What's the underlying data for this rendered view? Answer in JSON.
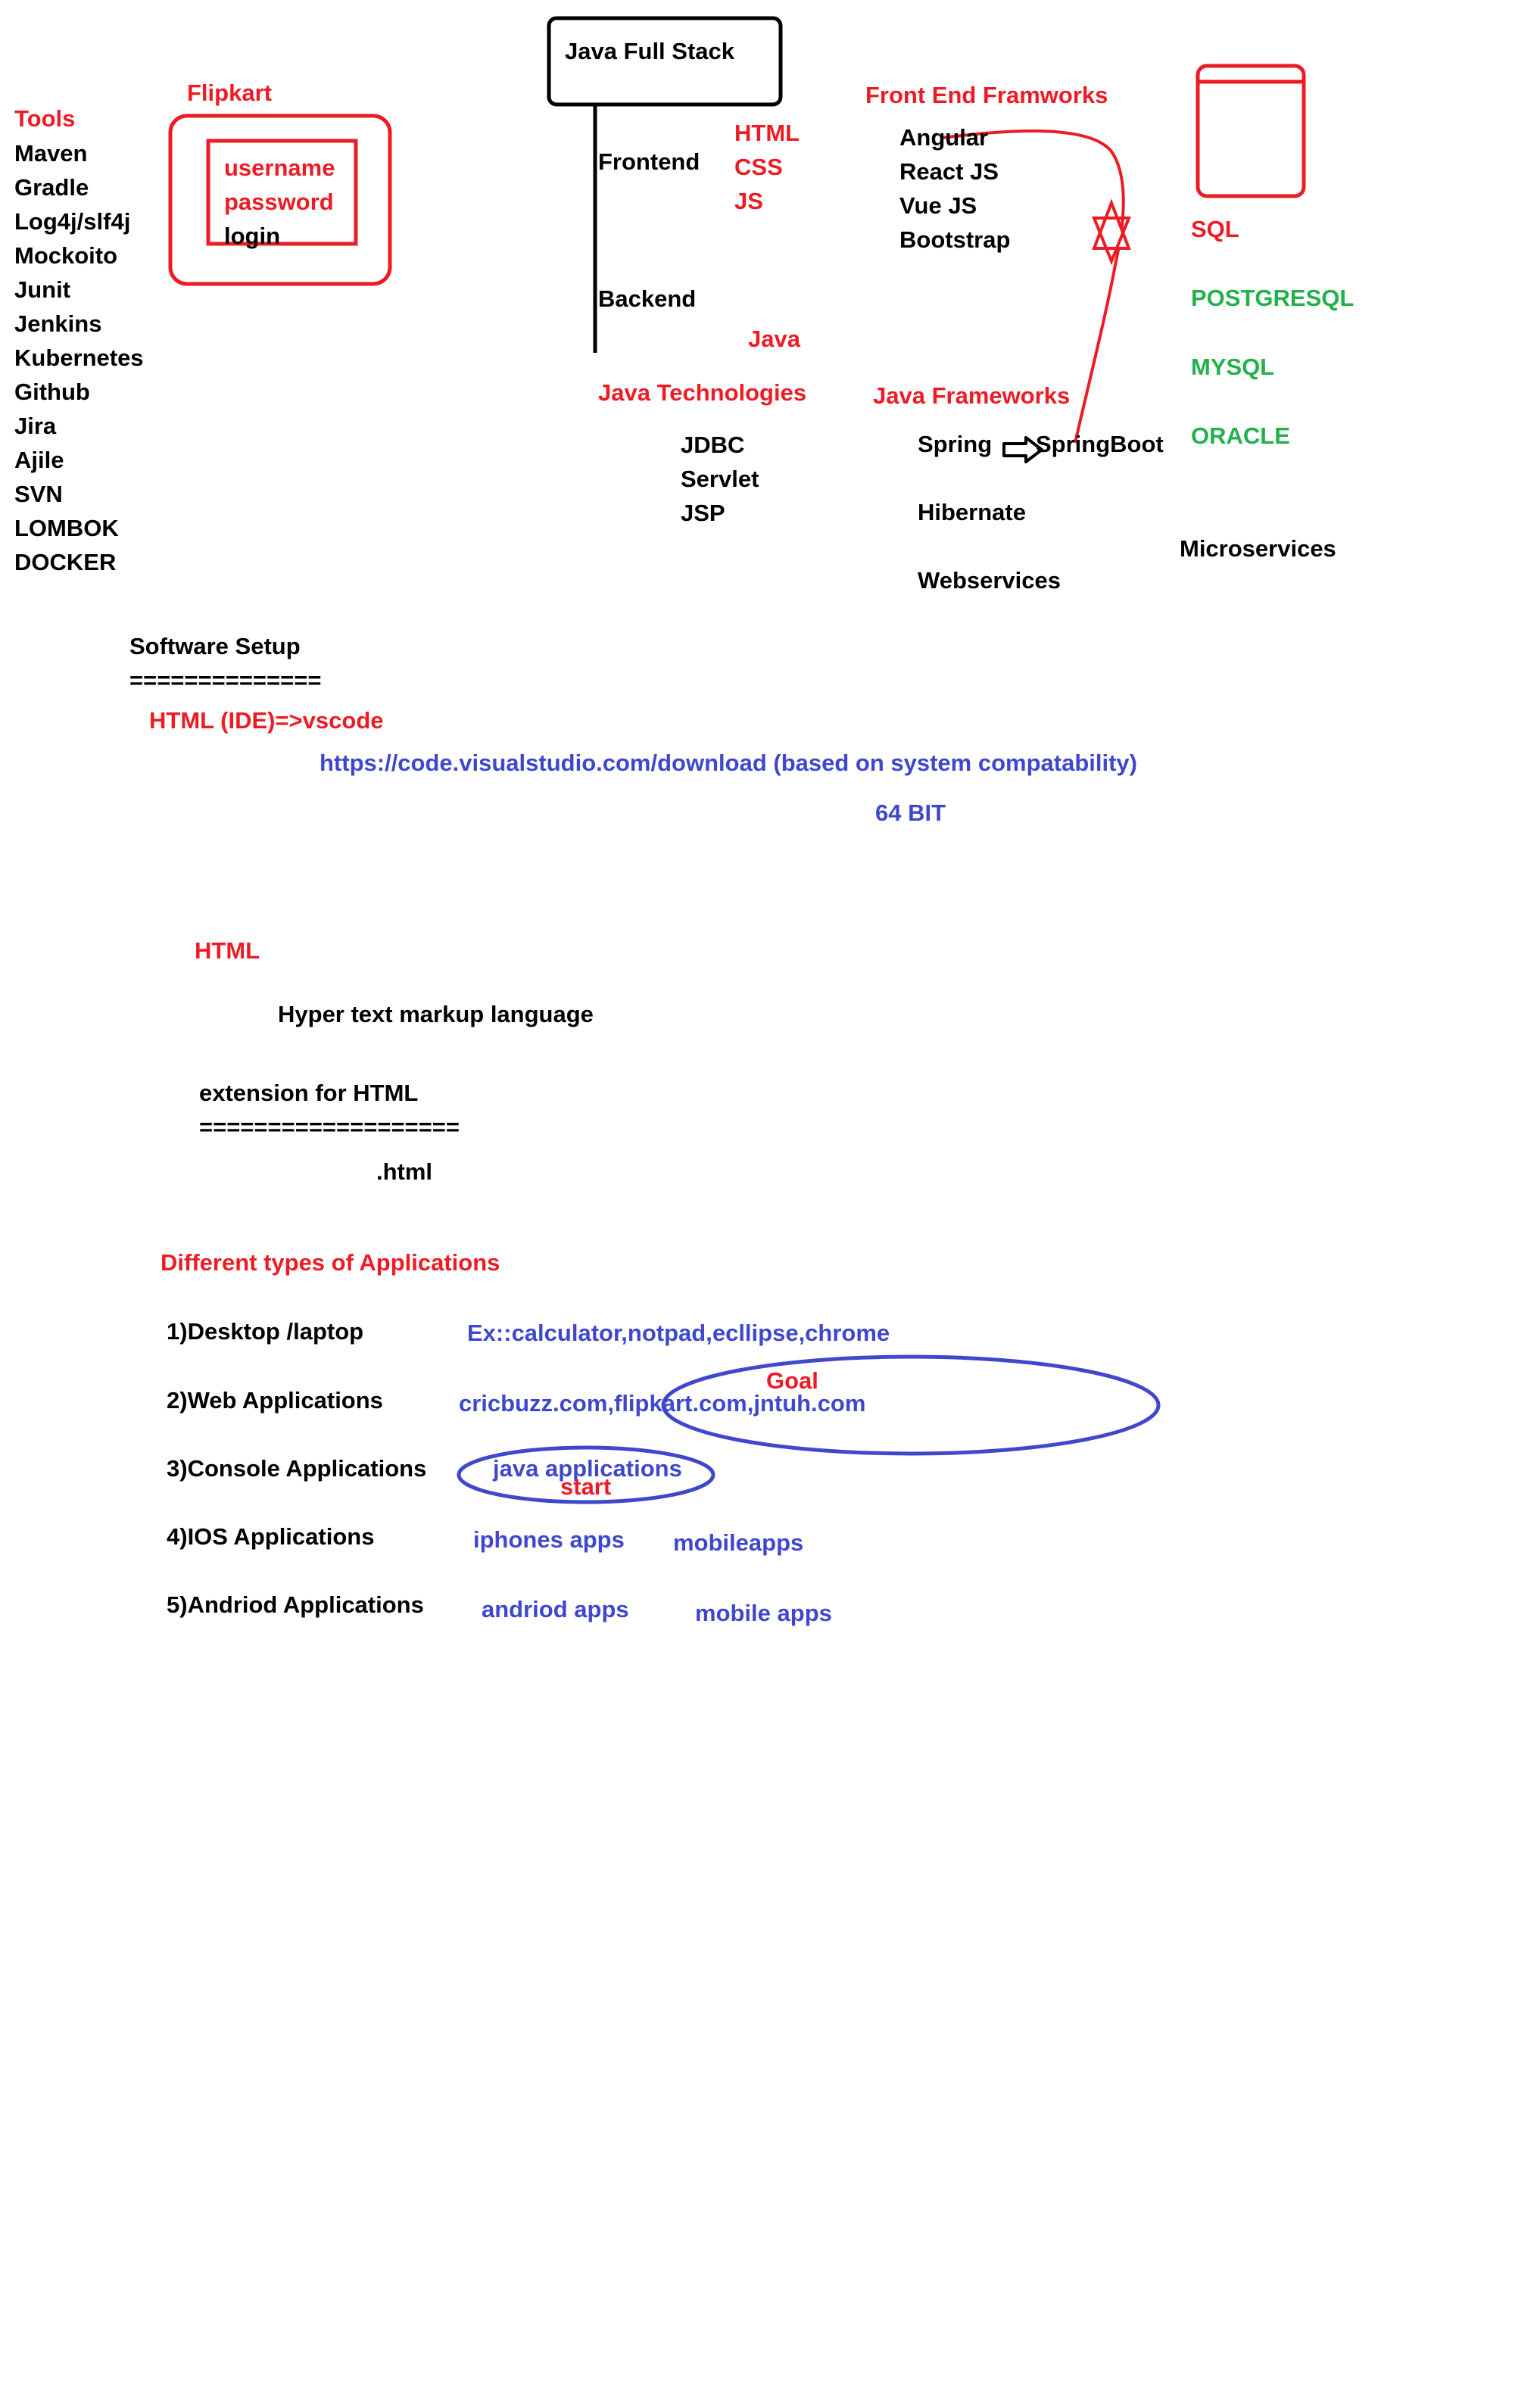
{
  "colors": {
    "black": "#000000",
    "red": "#ed1c24",
    "blue": "#3f48cc",
    "green": "#22b14c"
  },
  "tools": {
    "heading": "Tools",
    "items": [
      "Maven",
      "Gradle",
      "Log4j/slf4j",
      "Mockoito",
      "Junit",
      "Jenkins",
      "Kubernetes",
      "Github",
      "Jira",
      "Ajile",
      "SVN",
      "LOMBOK",
      "DOCKER"
    ]
  },
  "flipkart": {
    "heading": "Flipkart",
    "username": "username",
    "password": "password",
    "login": "login"
  },
  "stack": {
    "title": "Java Full Stack",
    "frontend": "Frontend",
    "frontend_items": [
      "HTML",
      "CSS",
      "JS"
    ],
    "backend": "Backend",
    "backend_lang": "Java",
    "tech_heading": "Java Technologies",
    "tech_items": [
      "JDBC",
      "Servlet",
      "JSP"
    ]
  },
  "frontend_frameworks": {
    "heading": "Front End Framworks",
    "items": [
      "Angular",
      "React JS",
      "Vue JS",
      "Bootstrap"
    ]
  },
  "java_frameworks": {
    "heading": "Java Frameworks",
    "spring": "Spring",
    "springboot": "SpringBoot",
    "hibernate": "Hibernate",
    "webservices": "Webservices",
    "microservices": "Microservices"
  },
  "databases": {
    "heading": "SQL",
    "items": [
      "POSTGRESQL",
      "MYSQL",
      "ORACLE"
    ],
    "icon": "database-cylinder-icon"
  },
  "setup": {
    "heading": "Software Setup",
    "underline": "==============",
    "ide": "HTML  (IDE)=>vscode",
    "link": "https://code.visualstudio.com/download  (based on system compatability)",
    "bits": "64 BIT"
  },
  "html_section": {
    "heading": "HTML",
    "definition": "Hyper text markup language",
    "ext_heading": "extension for HTML",
    "ext_underline": "===================",
    "ext_value": ".html"
  },
  "apps": {
    "heading": "Different types of Applications",
    "rows": [
      {
        "label": "1)Desktop /laptop",
        "examples": [
          "Ex::calculator,notpad,ecllipse,chrome"
        ]
      },
      {
        "label": "2)Web Applications",
        "examples": [
          "cricbuzz.com,flipkart.com,jntuh.com"
        ],
        "note": "Goal"
      },
      {
        "label": "3)Console Applications",
        "examples": [
          "java applications"
        ],
        "note": "start"
      },
      {
        "label": "4)IOS Applications",
        "examples": [
          "iphones apps",
          "mobileapps"
        ]
      },
      {
        "label": "5)Andriod Applications",
        "examples": [
          "andriod apps",
          "mobile apps"
        ]
      }
    ]
  }
}
